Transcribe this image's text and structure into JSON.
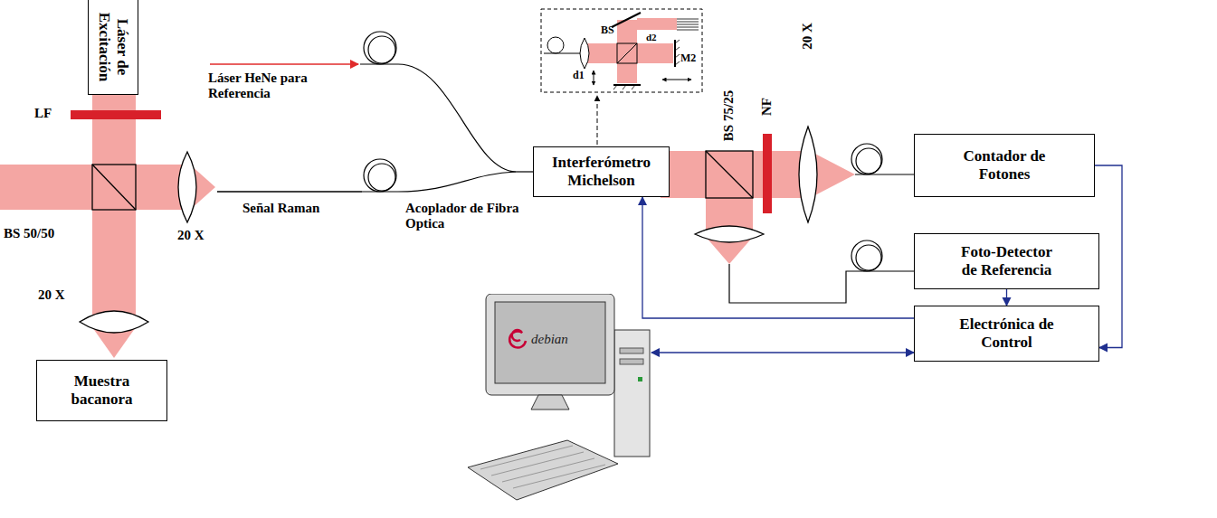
{
  "diagram": {
    "nodes": [
      {
        "text": [
          "Láser de Excitación"
        ]
      },
      {
        "text": [
          "Muestra bacanora"
        ]
      },
      {
        "text": [
          "Interferómetro Michelson"
        ]
      },
      {
        "text": [
          "Contador de Fotones"
        ]
      },
      {
        "text": [
          "Foto-Detector de Referencia"
        ]
      },
      {
        "text": [
          "Electrónica de Control"
        ]
      },
      {
        "text": [
          "debian"
        ]
      }
    ],
    "edges": [
      {
        "from": 3,
        "to": 5,
        "arrow": "to"
      },
      {
        "from": 4,
        "to": 5,
        "arrow": "to"
      },
      {
        "from": 5,
        "to": 2,
        "arrow": "to"
      },
      {
        "from": 6,
        "to": 5,
        "arrow": "both"
      }
    ],
    "labels": [
      "LF",
      "BS 50/50",
      "20 X",
      "20 X",
      "Láser HeNe para Referencia",
      "Señal Raman",
      "Acoplador de Fibra Optica",
      "BS",
      "d1",
      "d2",
      "M2",
      "BS 75/25",
      "NF",
      "20 X"
    ]
  }
}
